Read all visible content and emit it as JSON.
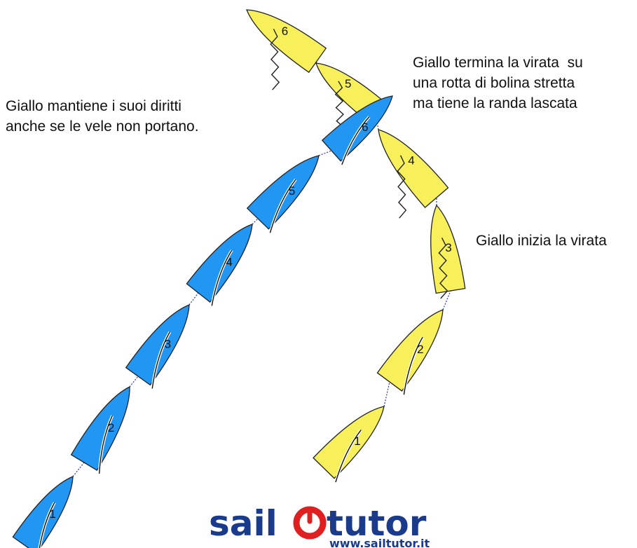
{
  "captions": {
    "left": "Giallo mantiene i suoi diritti\nanche se le vele non portano.",
    "right": "Giallo termina la virata  su\nuna rotta di bolina stretta\nma tiene la randa lascata",
    "middle": "Giallo inizia la virata"
  },
  "colors": {
    "blue_boat": "#2196f3",
    "yellow_boat": "#f7f05a",
    "track_line": "#2233cc",
    "logo_blue": "#1a3b8c",
    "logo_red": "#e02020"
  },
  "boats": {
    "blue": [
      {
        "label": "1",
        "sail": "drawing"
      },
      {
        "label": "2",
        "sail": "drawing"
      },
      {
        "label": "3",
        "sail": "drawing"
      },
      {
        "label": "4",
        "sail": "drawing"
      },
      {
        "label": "5",
        "sail": "drawing"
      },
      {
        "label": "6",
        "sail": "drawing"
      }
    ],
    "yellow": [
      {
        "label": "1",
        "sail": "drawing"
      },
      {
        "label": "2",
        "sail": "drawing"
      },
      {
        "label": "3",
        "sail": "luffing"
      },
      {
        "label": "4",
        "sail": "luffing"
      },
      {
        "label": "5",
        "sail": "luffing"
      },
      {
        "label": "6",
        "sail": "luffing"
      }
    ]
  },
  "logo": {
    "left_word": "sail",
    "right_word": "tutor",
    "url": "www.sailtutor.it"
  }
}
